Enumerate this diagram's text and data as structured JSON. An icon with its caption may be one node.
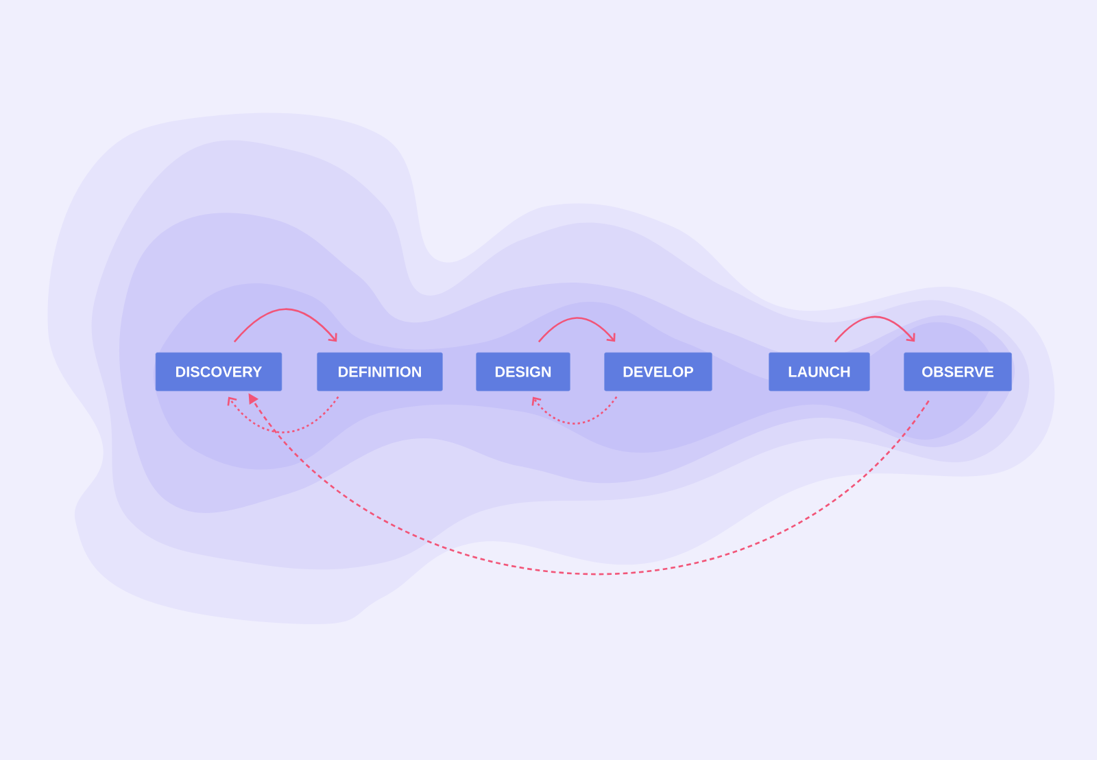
{
  "diagram": {
    "nodes": [
      {
        "text": [
          "DISCOVERY"
        ]
      },
      {
        "text": [
          "DEFINITION"
        ]
      },
      {
        "text": [
          "DESIGN"
        ]
      },
      {
        "text": [
          "DEVELOP"
        ]
      },
      {
        "text": [
          "LAUNCH"
        ]
      },
      {
        "text": [
          "OBSERVE"
        ]
      }
    ],
    "edges": [
      {
        "from": 0,
        "to": 1,
        "arrow": "to"
      },
      {
        "from": 1,
        "to": 0,
        "arrow": "to",
        "style": "dashed"
      },
      {
        "from": 2,
        "to": 3,
        "arrow": "to"
      },
      {
        "from": 3,
        "to": 2,
        "arrow": "to",
        "style": "dashed"
      },
      {
        "from": 4,
        "to": 5,
        "arrow": "to"
      },
      {
        "from": 5,
        "to": 0,
        "arrow": "to",
        "style": "dashed"
      }
    ]
  }
}
